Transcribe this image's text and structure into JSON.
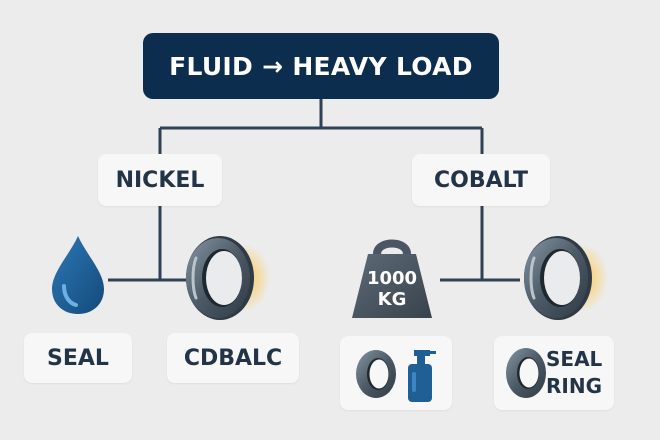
{
  "header": {
    "title": "FLUID → HEAVY LOAD"
  },
  "branches": {
    "left": {
      "label": "NICKEL"
    },
    "right": {
      "label": "COBALT"
    }
  },
  "nodes": {
    "seal_label": "SEAL",
    "cdbalc_label": "CDBALC",
    "weight_line1": "1000",
    "weight_line2": "KG",
    "seal_ring_line1": "SEAL",
    "seal_ring_line2": "RING"
  },
  "colors": {
    "header_bg": "#0d2d4f",
    "drop": "#1f5f96",
    "ring": "#5b6b78",
    "weight": "#4a5663",
    "connector": "#2f4254",
    "glow": "#ffc43a"
  },
  "icons": [
    "water-drop-icon",
    "seal-ring-icon",
    "weight-icon",
    "spray-bottle-icon"
  ]
}
